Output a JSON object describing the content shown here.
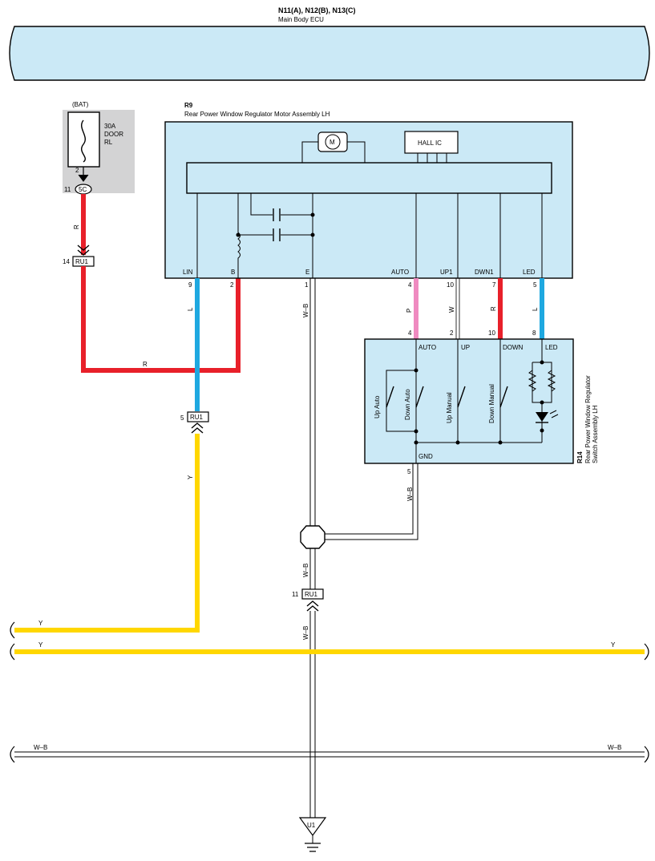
{
  "ecu": {
    "code": "N11(A), N12(B), N13(C)",
    "name": "Main Body ECU"
  },
  "fuse_block": {
    "source": "(BAT)",
    "rating": "30A",
    "name_line1": "DOOR",
    "name_line2": "RL",
    "pin": "2",
    "junction_pin": "11",
    "junction": "5C"
  },
  "motor": {
    "code": "R9",
    "name": "Rear Power Window Regulator Motor Assembly LH",
    "motor_symbol": "M",
    "hall_ic": "HALL IC",
    "terminals": [
      {
        "label": "LIN",
        "pin": "9"
      },
      {
        "label": "B",
        "pin": "2"
      },
      {
        "label": "E",
        "pin": "1"
      },
      {
        "label": "AUTO",
        "pin": "4"
      },
      {
        "label": "UP1",
        "pin": "10"
      },
      {
        "label": "DWN1",
        "pin": "7"
      },
      {
        "label": "LED",
        "pin": "5"
      }
    ]
  },
  "switch": {
    "code": "R14",
    "name_line1": "Rear Power Window Regulator",
    "name_line2": "Switch Assembly LH",
    "terminals": [
      {
        "label": "AUTO",
        "pin": "4"
      },
      {
        "label": "UP",
        "pin": "2"
      },
      {
        "label": "DOWN",
        "pin": "10"
      },
      {
        "label": "LED",
        "pin": "8"
      },
      {
        "label": "GND",
        "pin": "5"
      }
    ],
    "contacts": [
      "Up Auto",
      "Down Auto",
      "Up Manual",
      "Down Manual"
    ]
  },
  "connectors": {
    "ru1_a_pin": "14",
    "ru1_a": "RU1",
    "ru1_b_pin": "5",
    "ru1_b": "RU1",
    "ru1_c_pin": "11",
    "ru1_c": "RU1",
    "ground": "U1"
  },
  "wires": {
    "r_fuse": "R",
    "r_bottom": "R",
    "l_lin": "L",
    "wb_e": "W–B",
    "p_auto": "P",
    "w_up": "W",
    "r_down": "R",
    "l_led": "L",
    "y_vert": "Y",
    "wb_gnd": "W–B",
    "wb_mid": "W–B",
    "wb_low": "W–B",
    "y_bus1_left": "Y",
    "y_bus2_left": "Y",
    "y_bus2_right": "Y",
    "wb_bus_left": "W–B",
    "wb_bus_right": "W–B"
  },
  "colors": {
    "panel": "#cbe9f6",
    "fuse_bg": "#d3d3d4",
    "red": "#e8202a",
    "blue": "#1ea8e0",
    "yellow": "#ffd700",
    "pink": "#ef8ac0",
    "white_wire": "#ffffff"
  }
}
